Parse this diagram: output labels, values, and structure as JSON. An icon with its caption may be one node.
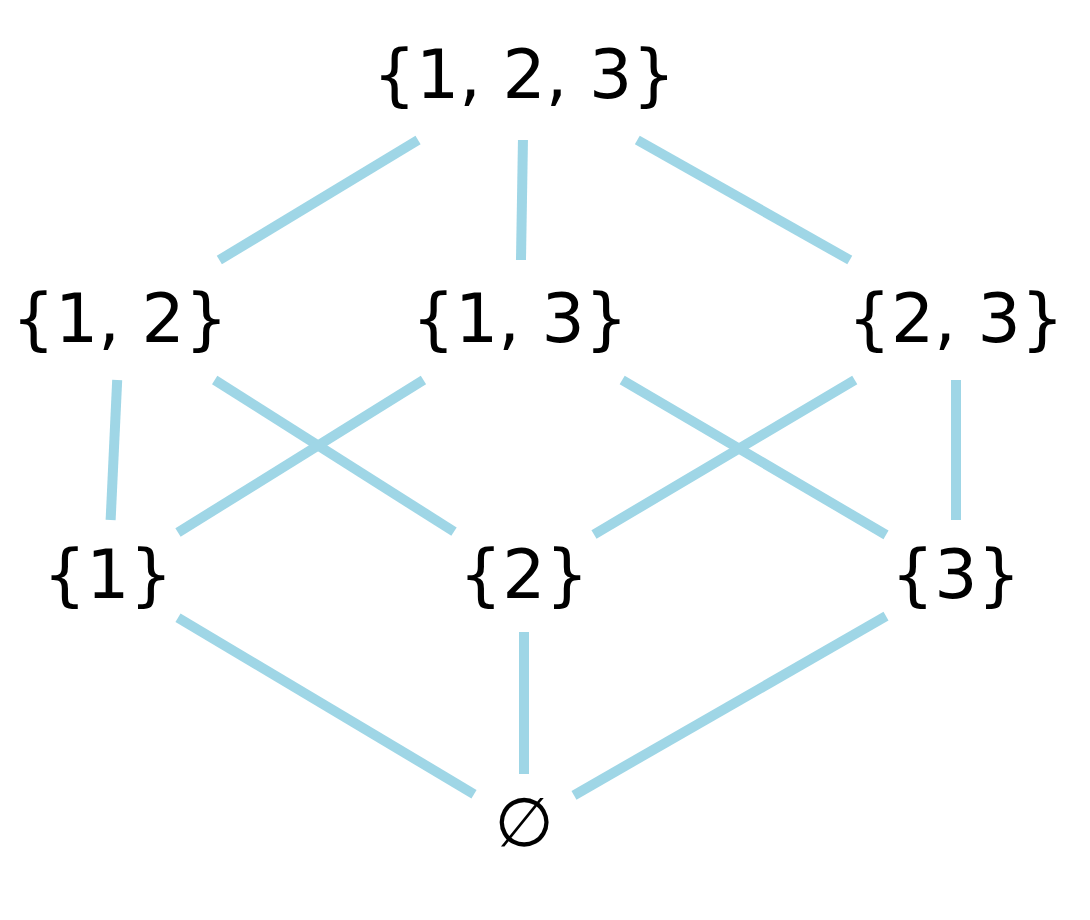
{
  "diagram": {
    "nodes": [
      {
        "text": [
          "{1, 2, 3}"
        ]
      },
      {
        "text": [
          "{1, 2}"
        ]
      },
      {
        "text": [
          "{1, 3}"
        ]
      },
      {
        "text": [
          "{2, 3}"
        ]
      },
      {
        "text": [
          "{1}"
        ]
      },
      {
        "text": [
          "{2}"
        ]
      },
      {
        "text": [
          "{3}"
        ]
      },
      {
        "text": [
          "∅"
        ]
      }
    ],
    "edges": [
      {
        "from": 0,
        "to": 1,
        "arrow": "none"
      },
      {
        "from": 0,
        "to": 2,
        "arrow": "none"
      },
      {
        "from": 0,
        "to": 3,
        "arrow": "none"
      },
      {
        "from": 1,
        "to": 4,
        "arrow": "none"
      },
      {
        "from": 1,
        "to": 5,
        "arrow": "none"
      },
      {
        "from": 2,
        "to": 4,
        "arrow": "none"
      },
      {
        "from": 2,
        "to": 6,
        "arrow": "none"
      },
      {
        "from": 3,
        "to": 5,
        "arrow": "none"
      },
      {
        "from": 3,
        "to": 6,
        "arrow": "none"
      },
      {
        "from": 4,
        "to": 7,
        "arrow": "none"
      },
      {
        "from": 5,
        "to": 7,
        "arrow": "none"
      },
      {
        "from": 6,
        "to": 7,
        "arrow": "none"
      }
    ]
  }
}
